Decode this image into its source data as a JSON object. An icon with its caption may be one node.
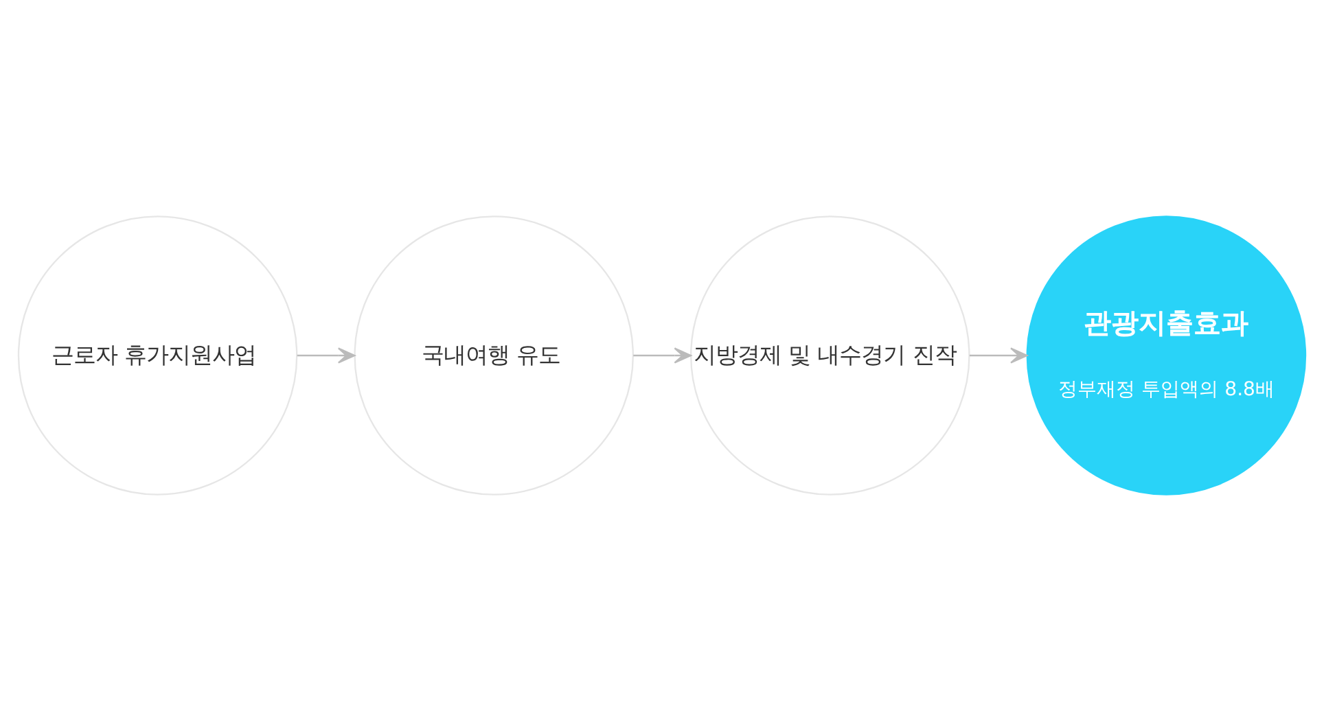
{
  "diagram": {
    "nodes": [
      {
        "text": [
          "근로자 휴가지원사업"
        ]
      },
      {
        "text": [
          "국내여행 유도"
        ]
      },
      {
        "text": [
          "지방경제 및 내수경기 진작"
        ]
      },
      {
        "text": [
          "관광지출효과",
          "정부재정 투입액의 8.8배"
        ]
      }
    ],
    "edges": [
      {
        "from": 0,
        "to": 1,
        "arrow": "to"
      },
      {
        "from": 1,
        "to": 2,
        "arrow": "to"
      },
      {
        "from": 2,
        "to": 3,
        "arrow": "to"
      }
    ]
  }
}
